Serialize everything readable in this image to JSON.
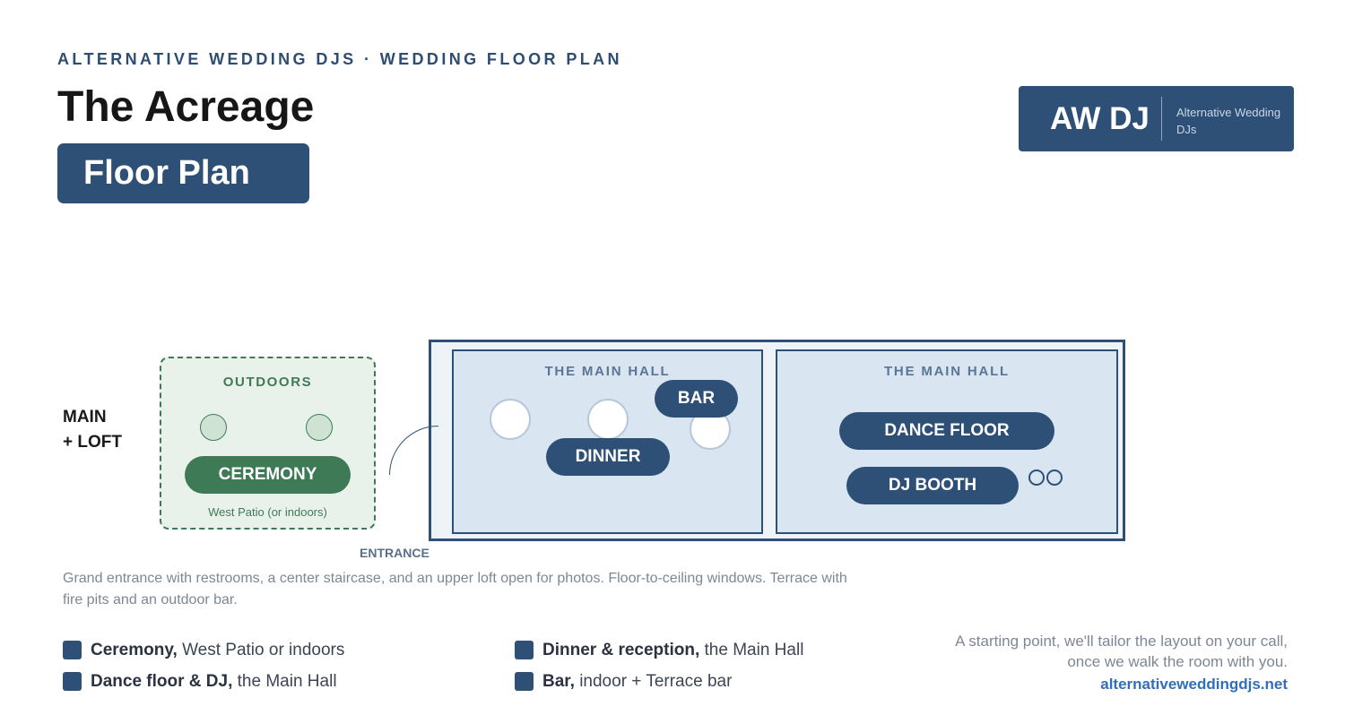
{
  "header": {
    "eyebrow": "ALTERNATIVE WEDDING DJS · WEDDING FLOOR PLAN",
    "venue": "The Acreage",
    "badge": "Floor Plan"
  },
  "logo": {
    "mark": "AW DJ",
    "subtitle": "Alternative Wedding DJs"
  },
  "plan": {
    "level_label_line1": "MAIN",
    "level_label_line2": "+ LOFT",
    "outdoors": {
      "title": "OUTDOORS",
      "zone": "CEREMONY",
      "note": "West Patio (or indoors)"
    },
    "entrance": "ENTRANCE",
    "hall_left": {
      "title": "THE MAIN HALL",
      "zones": [
        "BAR",
        "DINNER"
      ]
    },
    "hall_right": {
      "title": "THE MAIN HALL",
      "zones": [
        "DANCE FLOOR",
        "DJ BOOTH"
      ]
    }
  },
  "description": "Grand entrance with restrooms, a center staircase, and an upper loft open for photos. Floor-to-ceiling windows. Terrace with fire pits and an outdoor bar.",
  "legend": [
    {
      "bold": "Ceremony,",
      "text": " West Patio or indoors"
    },
    {
      "bold": "Dinner & reception,",
      "text": " the Main Hall"
    },
    {
      "bold": "Dance floor & DJ,",
      "text": " the Main Hall"
    },
    {
      "bold": "Bar,",
      "text": " indoor + Terrace bar"
    }
  ],
  "footer": {
    "note": "A starting point, we'll tailor the layout on your call, once we walk the room with you.",
    "link": "alternativeweddingdjs.net"
  },
  "colors": {
    "navy": "#2e5077",
    "green": "#3f7a56",
    "hall_fill": "#d9e5f1",
    "link": "#2f6fbd"
  }
}
